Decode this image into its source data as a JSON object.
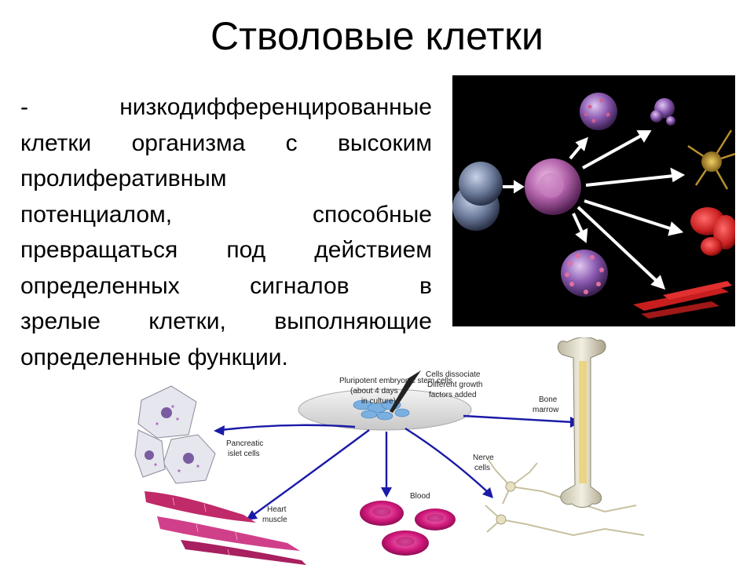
{
  "slide": {
    "title": "Стволовые клетки",
    "definition_lines": [
      "- низкодифференцированные",
      "клетки организма с высоким",
      "пролиферативным",
      "потенциалом, способные",
      "превращаться под действием",
      "определенных сигналов в",
      "зрелые клетки, выполняющие",
      "определенные функции."
    ]
  },
  "diagram": {
    "center_label": [
      "Pluripotent embryonic stem cells",
      "(about 4 days",
      "in culture)"
    ],
    "dissociate_label": [
      "Cells dissociate",
      "Different growth",
      "factors added"
    ],
    "bone_marrow_label": [
      "Bone",
      "marrow"
    ],
    "pancreatic_label": [
      "Pancreatic",
      "islet cells"
    ],
    "nerve_label": [
      "Nerve",
      "cells"
    ],
    "heart_label": [
      "Heart",
      "muscle"
    ],
    "blood_label": [
      "Blood"
    ]
  },
  "colors": {
    "arrow_blue": "#1a1aa8",
    "photo_bg": "#000000",
    "red_cell": "#c81e1e",
    "blood_cell": "#d0187a",
    "muscle": "#c02a68"
  }
}
